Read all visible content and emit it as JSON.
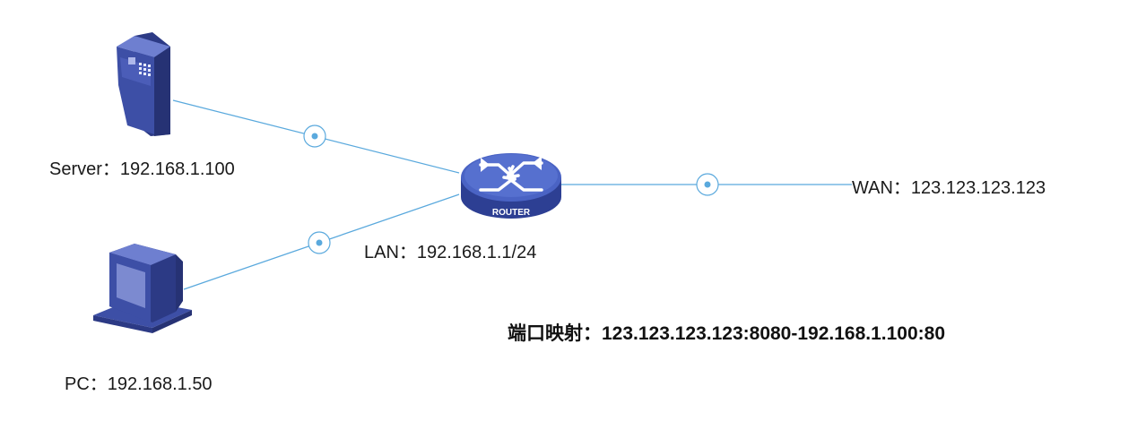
{
  "colors": {
    "link_line": "#5aa9dd",
    "device_dark": "#2c3a85",
    "device_mid": "#3d4fa6",
    "device_light": "#6e7fd0",
    "router_top": "#4a63c4",
    "router_side": "#2d3f93"
  },
  "icons": [
    "server-icon",
    "router-icon",
    "pc-icon",
    "link-node-icon"
  ],
  "nodes": {
    "server": {
      "label": "Server：192.168.1.100"
    },
    "pc": {
      "label": "PC：192.168.1.50"
    },
    "router": {
      "badge": "ROUTER",
      "lan_label": "LAN：192.168.1.1/24"
    },
    "wan": {
      "label": "WAN：123.123.123.123"
    }
  },
  "port_mapping": {
    "label": "端口映射：123.123.123.123:8080-192.168.1.100:80"
  }
}
